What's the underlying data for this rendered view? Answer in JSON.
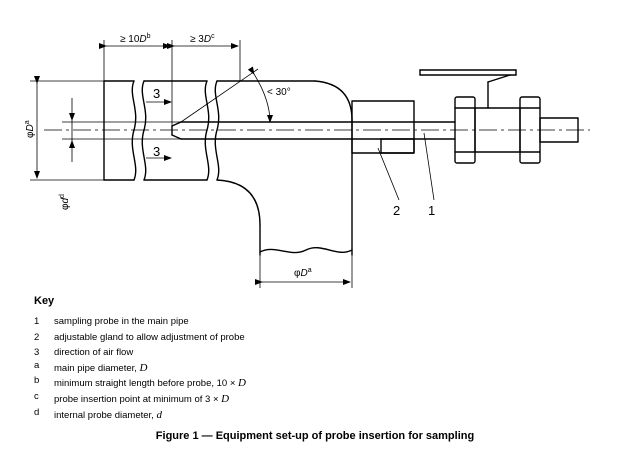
{
  "dimensions": {
    "straight_length": {
      "prefix": "≥ 10",
      "sym": "D",
      "sup": "b"
    },
    "insertion_point": {
      "prefix": "≥ 3",
      "sym": "D",
      "sup": "c"
    },
    "angle": "< 30°",
    "main_pipe_left": {
      "prefix": "φ",
      "sym": "D",
      "sup": "a"
    },
    "probe_internal": {
      "prefix": "φ",
      "sym": "d",
      "sup": "d"
    },
    "main_pipe_bottom": {
      "prefix": "φ",
      "sym": "D",
      "sup": "a"
    }
  },
  "callouts": {
    "flow_upper": "3",
    "flow_lower": "3",
    "gland": "2",
    "probe": "1"
  },
  "key": {
    "title": "Key",
    "items": [
      {
        "symbol": "1",
        "text": "sampling probe in the main pipe"
      },
      {
        "symbol": "2",
        "text": "adjustable gland to allow adjustment of probe"
      },
      {
        "symbol": "3",
        "text": "direction of air flow"
      },
      {
        "symbol": "a",
        "text": "main pipe diameter, ",
        "math": "D"
      },
      {
        "symbol": "b",
        "text": "minimum straight length before probe, 10 × ",
        "math": "D"
      },
      {
        "symbol": "c",
        "text": "probe insertion point at minimum of 3 × ",
        "math": "D"
      },
      {
        "symbol": "d",
        "text": "internal probe diameter, ",
        "math": "d"
      }
    ]
  },
  "caption": "Figure 1 — Equipment set-up of probe insertion for sampling"
}
